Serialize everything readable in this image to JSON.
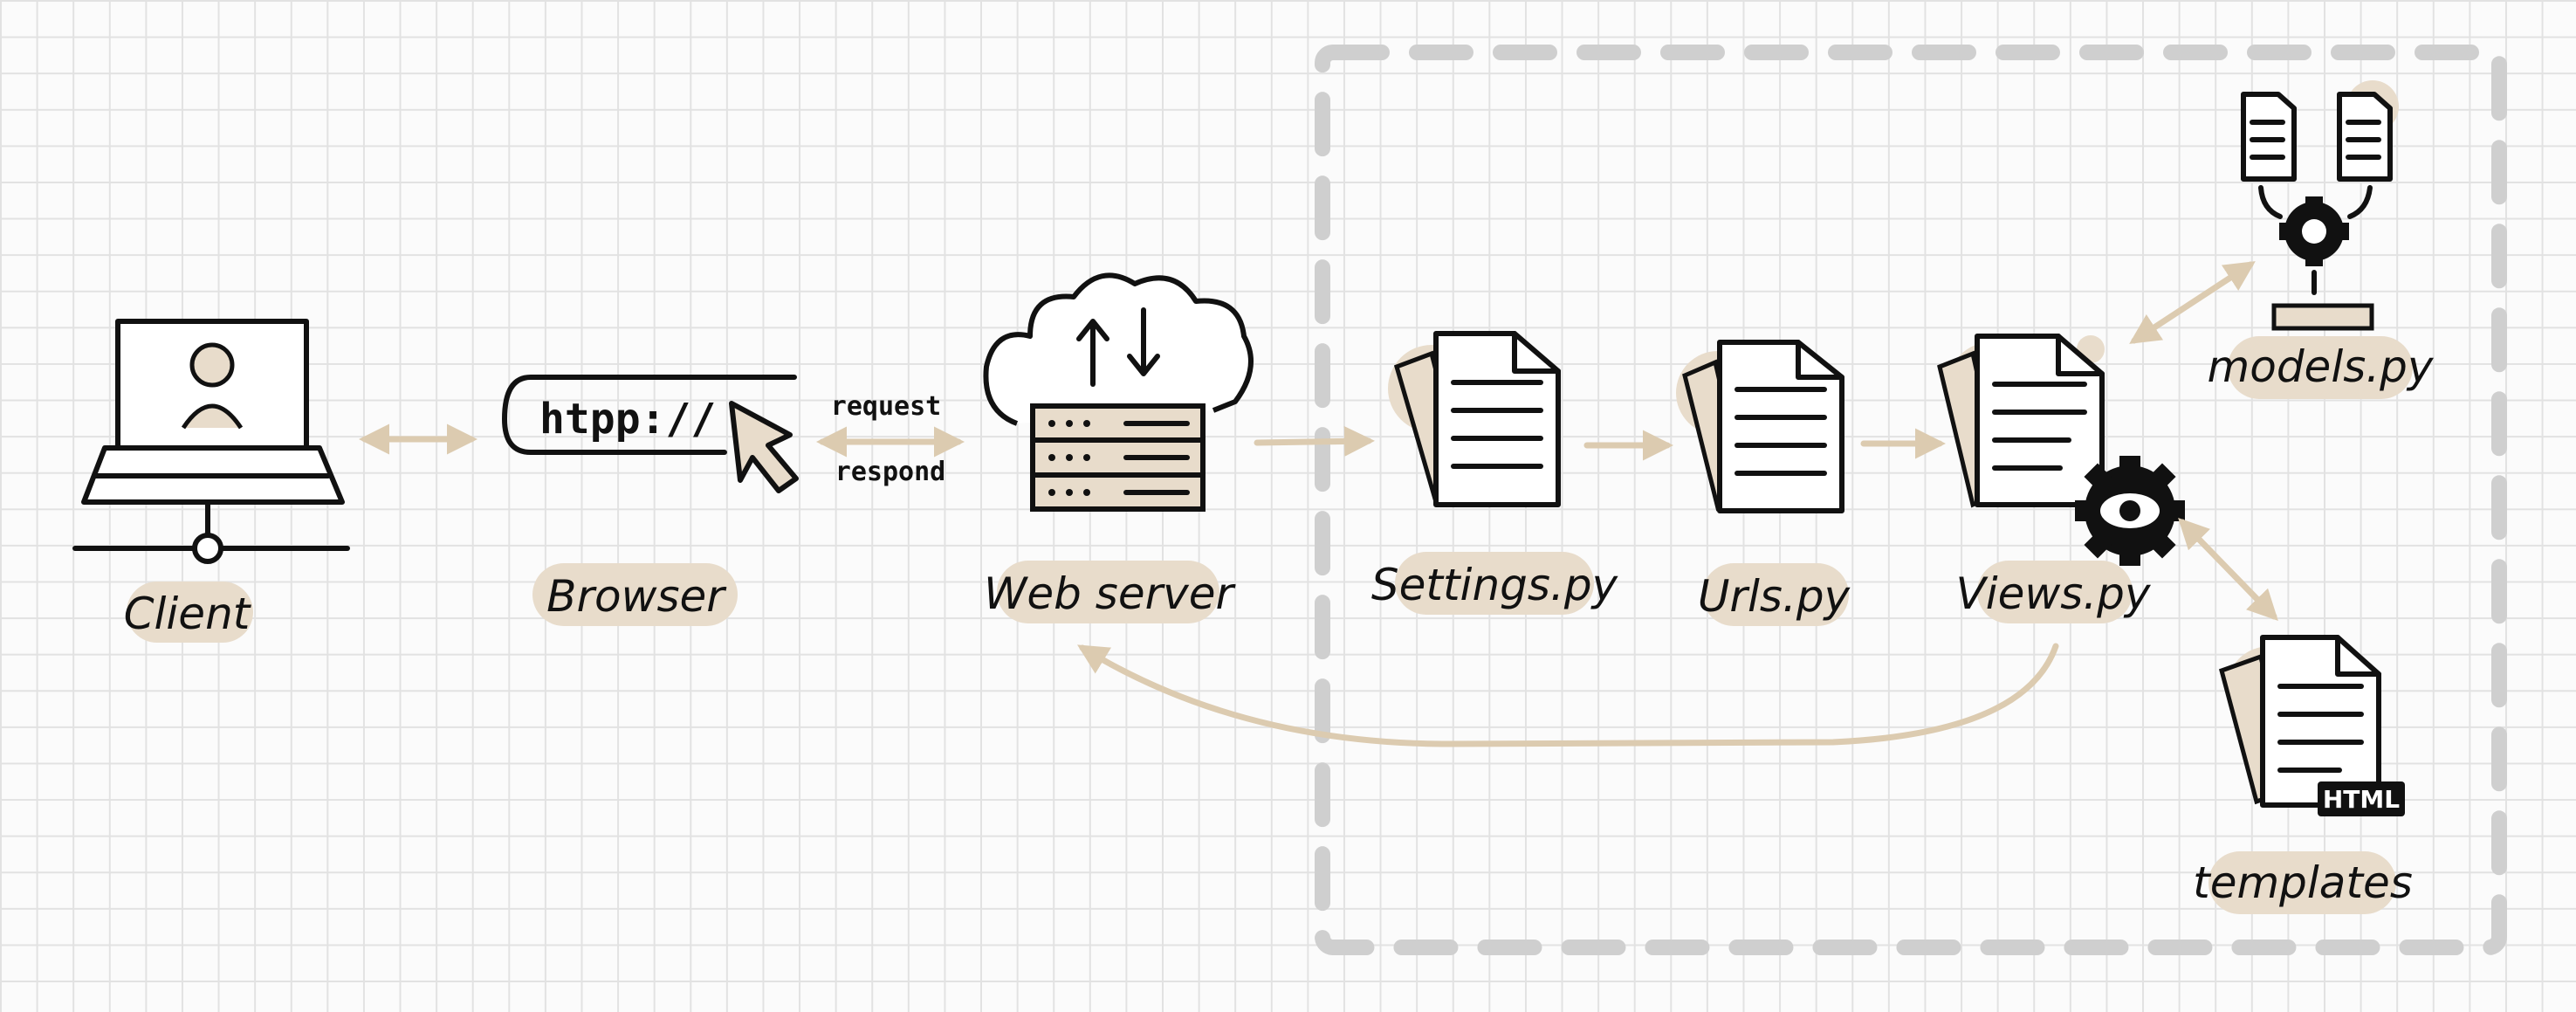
{
  "nodes": {
    "client": "Client",
    "browser": "Browser",
    "web_server": "Web server",
    "settings": "Settings.py",
    "urls": "Urls.py",
    "views": "Views.py",
    "models": "models.py",
    "templates": "templates"
  },
  "browser_url": "htpp://",
  "edges": {
    "request": "request",
    "respond": "respond"
  },
  "badges": {
    "html": "HTML"
  },
  "colors": {
    "highlight": "#e8dccb",
    "arrow": "#dccbb0",
    "ink": "#111111",
    "boundary": "#cfcfcf"
  }
}
